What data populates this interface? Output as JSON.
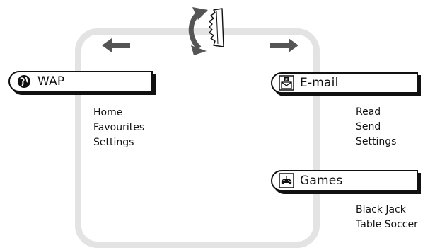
{
  "menus": {
    "wap": {
      "label": "WAP",
      "icon": "globe-icon",
      "items": [
        "Home",
        "Favourites",
        "Settings"
      ]
    },
    "email": {
      "label": "E-mail",
      "icon": "mail-icon",
      "items": [
        "Read",
        "Send",
        "Settings"
      ]
    },
    "games": {
      "label": "Games",
      "icon": "gamepad-icon",
      "items": [
        "Black Jack",
        "Table Soccer"
      ]
    }
  },
  "icons": {
    "scroll": "scroll-wheel-icon",
    "left": "left-arrow-icon",
    "right": "right-arrow-icon"
  },
  "colors": {
    "loop": "#e3e3e3",
    "arrow": "#555555",
    "ink": "#111111"
  }
}
